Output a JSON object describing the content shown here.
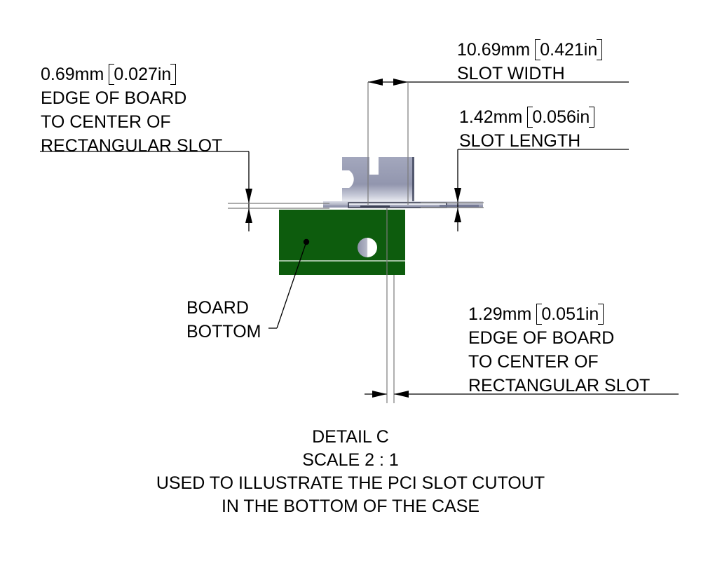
{
  "drawing": {
    "title": "DETAIL C",
    "background_color": "#ffffff",
    "line_color": "#000000",
    "thin_line_color": "#7a7a7a",
    "board_color": "#0d5c0d",
    "bracket_color": "#9296ae",
    "bracket_edge_color": "#3a3f55"
  },
  "annotations": {
    "slot_width": {
      "mm": "10.69mm",
      "inch": "0.421in",
      "label": "SLOT WIDTH"
    },
    "slot_length": {
      "mm": "1.42mm",
      "inch": "0.056in",
      "label": "SLOT LENGTH"
    },
    "edge_to_center_left": {
      "mm": "0.69mm",
      "inch": "0.027in",
      "label_line1": "EDGE OF BOARD",
      "label_line2": "TO CENTER OF",
      "label_line3": "RECTANGULAR SLOT"
    },
    "edge_to_center_right": {
      "mm": "1.29mm",
      "inch": "0.051in",
      "label_line1": "EDGE OF BOARD",
      "label_line2": "TO CENTER OF",
      "label_line3": "RECTANGULAR SLOT"
    },
    "board_bottom": {
      "label_line1": "BOARD",
      "label_line2": "BOTTOM"
    }
  },
  "caption": {
    "line1": "DETAIL C",
    "line2": "SCALE 2 : 1",
    "line3": "USED TO ILLUSTRATE THE PCI SLOT CUTOUT",
    "line4": "IN THE BOTTOM OF THE CASE"
  }
}
